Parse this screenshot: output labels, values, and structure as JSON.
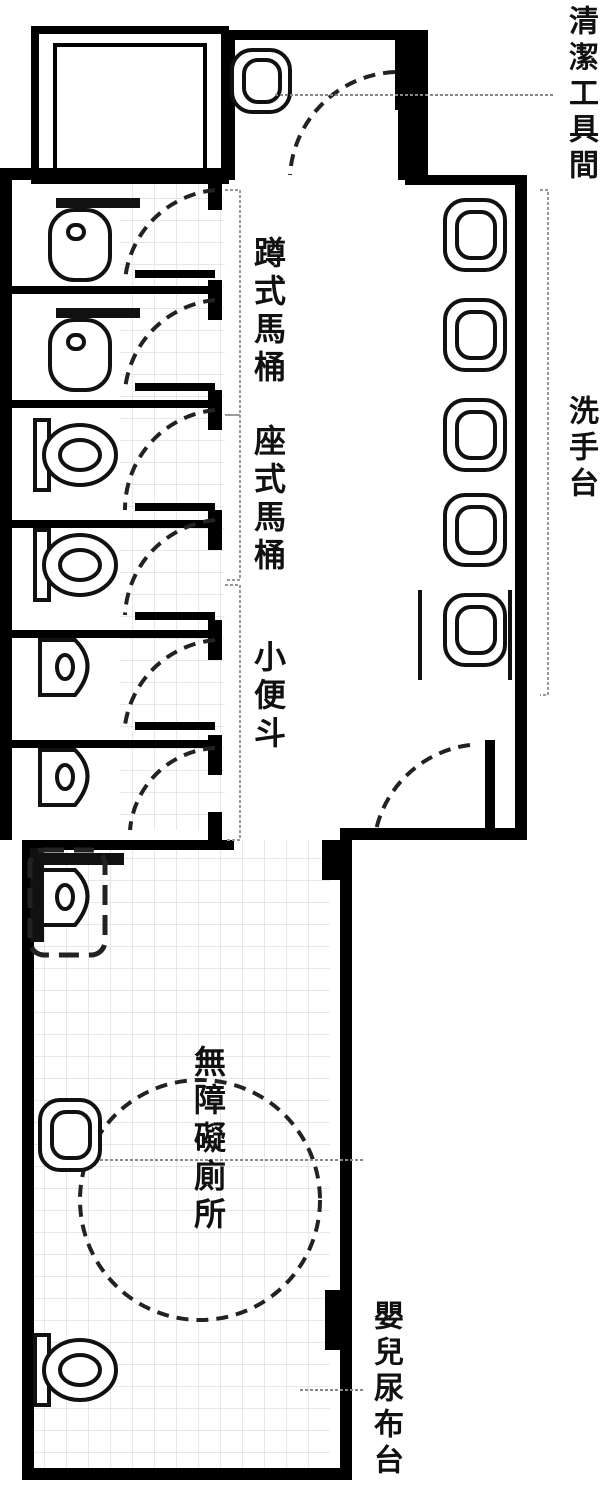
{
  "labels": {
    "squat_toilet": "蹲式馬桶",
    "seated_toilet": "座式馬桶",
    "urinal": "小便斗",
    "wash_basin": "洗手台",
    "cleaning_room": "清潔工具間",
    "accessible_restroom": "無障礙廁所",
    "diaper_table": "嬰兒尿布台"
  },
  "colors": {
    "wall": "#000000",
    "fixture_stroke": "#111111",
    "tile": "#cfcfcf",
    "leader": "#888888"
  },
  "icons": {
    "sink": "sink-icon",
    "squat_toilet": "squat-toilet-icon",
    "seated_toilet": "seated-toilet-icon",
    "urinal": "urinal-icon",
    "door_swing": "door-swing-icon"
  }
}
